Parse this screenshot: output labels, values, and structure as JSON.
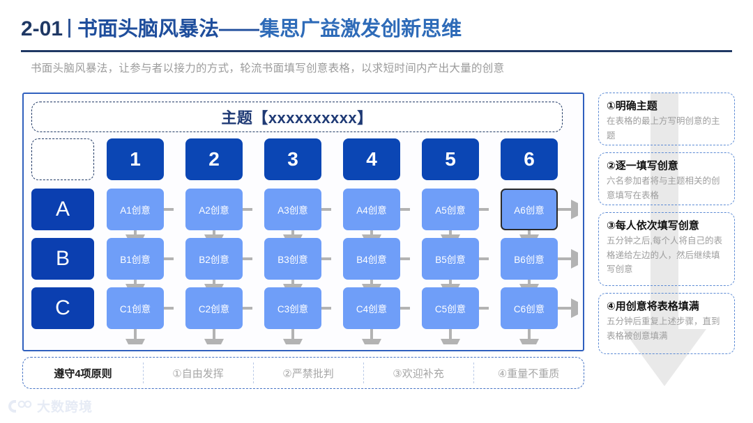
{
  "header": {
    "number": "2-01",
    "title_main": "书面头脑风暴法——",
    "title_sub": "集思广益激发创新思维",
    "subtitle": "书面头脑风暴法，让参与者以接力的方式，轮流书面填写创意表格，以求短时间内产出大量的创意"
  },
  "board": {
    "theme_label": "主题【xxxxxxxxxx】",
    "column_headers": [
      "1",
      "2",
      "3",
      "4",
      "5",
      "6"
    ],
    "row_labels": [
      "A",
      "B",
      "C"
    ],
    "cells": [
      [
        "A1创意",
        "A2创意",
        "A3创意",
        "A4创意",
        "A5创意",
        "A6创意"
      ],
      [
        "B1创意",
        "B2创意",
        "B3创意",
        "B4创意",
        "B5创意",
        "B6创意"
      ],
      [
        "C1创意",
        "C2创意",
        "C3创意",
        "C4创意",
        "C5创意",
        "C6创意"
      ]
    ],
    "selected_cell": "A6创意"
  },
  "principles": {
    "lead": "遵守4项原则",
    "items": [
      "①自由发挥",
      "②严禁批判",
      "③欢迎补充",
      "④重量不重质"
    ]
  },
  "steps": [
    {
      "title": "①明确主题",
      "desc": "在表格的最上方写明创意的主题"
    },
    {
      "title": "②逐一填写创意",
      "desc": "六名参加者将与主题相关的创意填写在表格"
    },
    {
      "title": "③每人依次填写创意",
      "desc": "五分钟之后,每个人将自己的表格递给左边的人，然后继续填写创意"
    },
    {
      "title": "④用创意将表格填满",
      "desc": "五分钟后重复上述步骤，直到表格被创意填满"
    }
  ],
  "watermark": {
    "text": "大数跨境"
  },
  "colors": {
    "dark_blue": "#0b46b4",
    "light_blue": "#6f9ef8",
    "navy": "#1f3864",
    "accent_blue": "#2f5fbe",
    "arrow_gray": "#b3b3b3"
  }
}
